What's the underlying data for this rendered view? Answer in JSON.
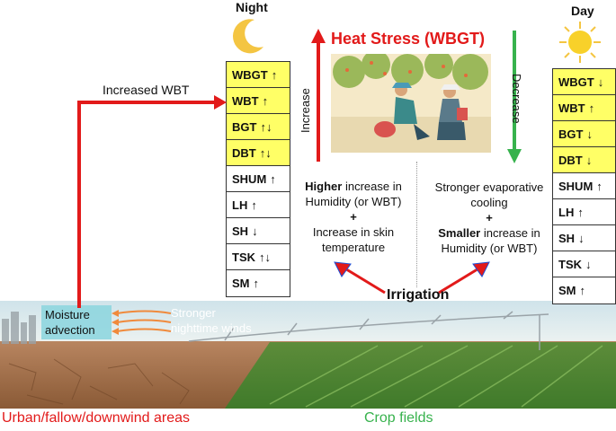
{
  "night": {
    "label": "Night",
    "vars": [
      {
        "name": "WBGT",
        "arrow": "↑",
        "hl": true
      },
      {
        "name": "WBT",
        "arrow": "↑",
        "hl": true
      },
      {
        "name": "BGT",
        "arrow": "↑↓",
        "hl": true
      },
      {
        "name": "DBT",
        "arrow": "↑↓",
        "hl": true
      },
      {
        "name": "SHUM",
        "arrow": "↑",
        "hl": false
      },
      {
        "name": "LH",
        "arrow": "↑",
        "hl": false
      },
      {
        "name": "SH",
        "arrow": "↓",
        "hl": false
      },
      {
        "name": "TSK",
        "arrow": "↑↓",
        "hl": false
      },
      {
        "name": "SM",
        "arrow": "↑",
        "hl": false
      }
    ]
  },
  "day": {
    "label": "Day",
    "vars": [
      {
        "name": "WBGT",
        "arrow": "↓",
        "hl": true
      },
      {
        "name": "WBT",
        "arrow": "↑",
        "hl": true
      },
      {
        "name": "BGT",
        "arrow": "↓",
        "hl": true
      },
      {
        "name": "DBT",
        "arrow": "↓",
        "hl": true
      },
      {
        "name": "SHUM",
        "arrow": "↑",
        "hl": false
      },
      {
        "name": "LH",
        "arrow": "↑",
        "hl": false
      },
      {
        "name": "SH",
        "arrow": "↓",
        "hl": false
      },
      {
        "name": "TSK",
        "arrow": "↓",
        "hl": false
      },
      {
        "name": "SM",
        "arrow": "↑",
        "hl": false
      }
    ]
  },
  "heat_stress": "Heat Stress (WBGT)",
  "increase_label": "Increase",
  "decrease_label": "Decrease",
  "increased_wbt": "Increased WBT",
  "night_note": {
    "bold": "Higher",
    "line1": " increase in",
    "line2": "Humidity (or WBT)",
    "plus": "+",
    "line3": "Increase in skin",
    "line4": "temperature"
  },
  "day_note": {
    "line1": "Stronger evaporative",
    "line2": "cooling",
    "plus": "+",
    "bold": "Smaller",
    "line3": " increase in",
    "line4": "Humidity (or WBT)"
  },
  "irrigation": "Irrigation",
  "moisture_advection": [
    "Moisture",
    "advection"
  ],
  "winds": [
    "Stronger",
    "nighttime winds"
  ],
  "urban_label": "Urban/fallow/downwind areas",
  "crop_label": "Crop fields",
  "colors": {
    "red": "#e21a1a",
    "green": "#37b24d",
    "yellow": "#ffff66"
  }
}
